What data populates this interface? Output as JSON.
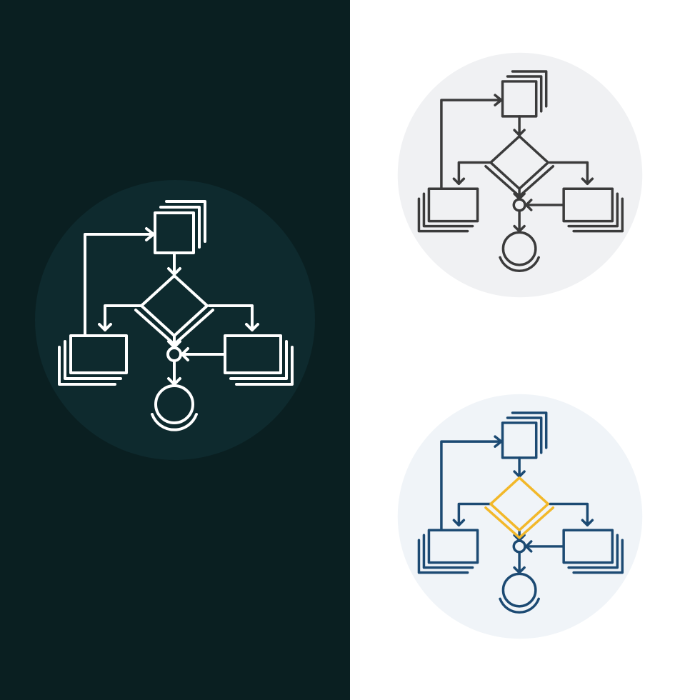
{
  "panels": {
    "dark": {
      "background": "#0a1f21"
    },
    "light": {
      "background": "#ffffff"
    }
  },
  "icons": [
    {
      "variant": "white-outline-on-dark",
      "icon_name": "flowchart-icon",
      "circle_color": "#0e2a2e",
      "stroke_color": "#ffffff",
      "accent_color": "#ffffff"
    },
    {
      "variant": "gray-outline",
      "icon_name": "flowchart-icon",
      "circle_color": "#f0f1f3",
      "stroke_color": "#3b3b3b",
      "accent_color": "#3b3b3b"
    },
    {
      "variant": "blue-yellow-outline",
      "icon_name": "flowchart-icon",
      "circle_color": "#f0f4f8",
      "stroke_color": "#1c4a73",
      "accent_color": "#f2b82a"
    }
  ]
}
